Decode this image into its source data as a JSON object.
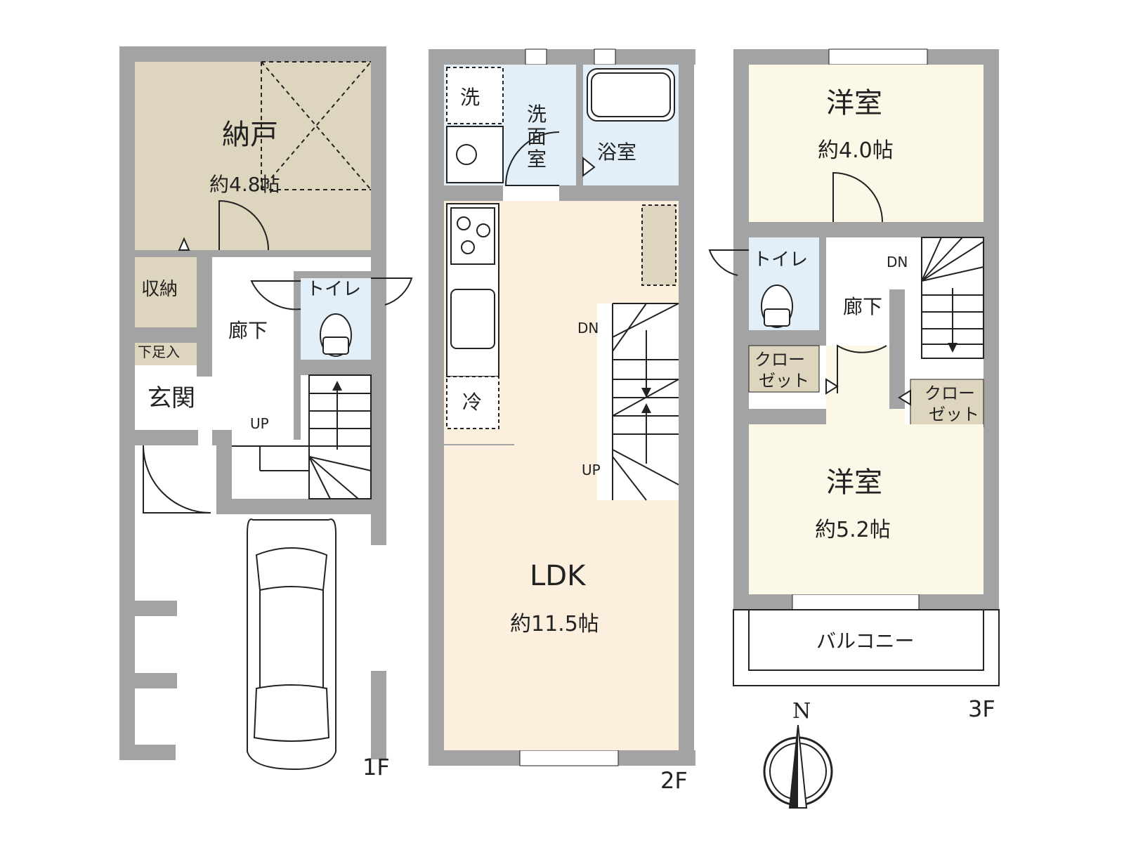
{
  "colors": {
    "wall": "#a3a3a3",
    "storage_room": "#ddd5bd",
    "closet": "#ddd5bd",
    "wet_area": "#e2eef8",
    "ldk": "#fcefdd",
    "bedroom": "#fcf8e8",
    "plain": "#ffffff",
    "line": "#222222"
  },
  "floor1": {
    "floor_label": "1F",
    "nando_name": "納戸",
    "nando_size": "約4.8帖",
    "shuno": "収納",
    "hallway": "廊下",
    "toilet": "トイレ",
    "shoe_storage": "下足入",
    "entrance": "玄関",
    "up": "UP"
  },
  "floor2": {
    "floor_label": "2F",
    "washer": "洗",
    "washroom": "洗\n面\n室",
    "washroom_lines": [
      "洗",
      "面",
      "室"
    ],
    "bath": "浴室",
    "fridge": "冷",
    "dn": "DN",
    "up": "UP",
    "ldk_name": "LDK",
    "ldk_size": "約11.5帖"
  },
  "floor3": {
    "floor_label": "3F",
    "room1_name": "洋室",
    "room1_size": "約4.0帖",
    "toilet": "トイレ",
    "dn": "DN",
    "hallway": "廊下",
    "closet_left": [
      "クロー",
      "ゼット"
    ],
    "closet_right": [
      "クロー",
      "ゼット"
    ],
    "room2_name": "洋室",
    "room2_size": "約5.2帖",
    "balcony": "バルコニー"
  },
  "compass": {
    "north": "N"
  }
}
